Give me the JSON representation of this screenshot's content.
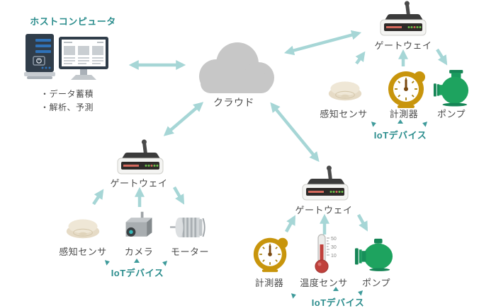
{
  "host": {
    "title": "ホストコンピュータ",
    "note1": "・データ蓄積",
    "note2": "・解析、予測"
  },
  "cloud": {
    "label": "クラウド"
  },
  "gateway_label": "ゲートウェイ",
  "iot_group_label": "IoTデバイス",
  "groups": {
    "top_right": {
      "devices": [
        {
          "icon": "smoke-sensor",
          "label": "感知センサ"
        },
        {
          "icon": "gauge-meter",
          "label": "計測器"
        },
        {
          "icon": "pump",
          "label": "ポンプ"
        }
      ]
    },
    "bottom_left": {
      "devices": [
        {
          "icon": "smoke-sensor",
          "label": "感知センサ"
        },
        {
          "icon": "camera",
          "label": "カメラ"
        },
        {
          "icon": "motor",
          "label": "モーター"
        }
      ]
    },
    "bottom_right": {
      "devices": [
        {
          "icon": "gauge-meter",
          "label": "計測器"
        },
        {
          "icon": "thermometer",
          "label": "温度センサ"
        },
        {
          "icon": "pump",
          "label": "ポンプ"
        }
      ]
    }
  },
  "thermometer_scale": {
    "top": "50",
    "mid": "30",
    "low": "10"
  },
  "colors": {
    "accent_teal": "#2b8d8d",
    "arrow": "#a6d6d6",
    "text_dark": "#4b4b4b",
    "cloud_gray": "#c7c7c7",
    "pump_green": "#1ea35f",
    "gauge_gold": "#c8950c"
  }
}
